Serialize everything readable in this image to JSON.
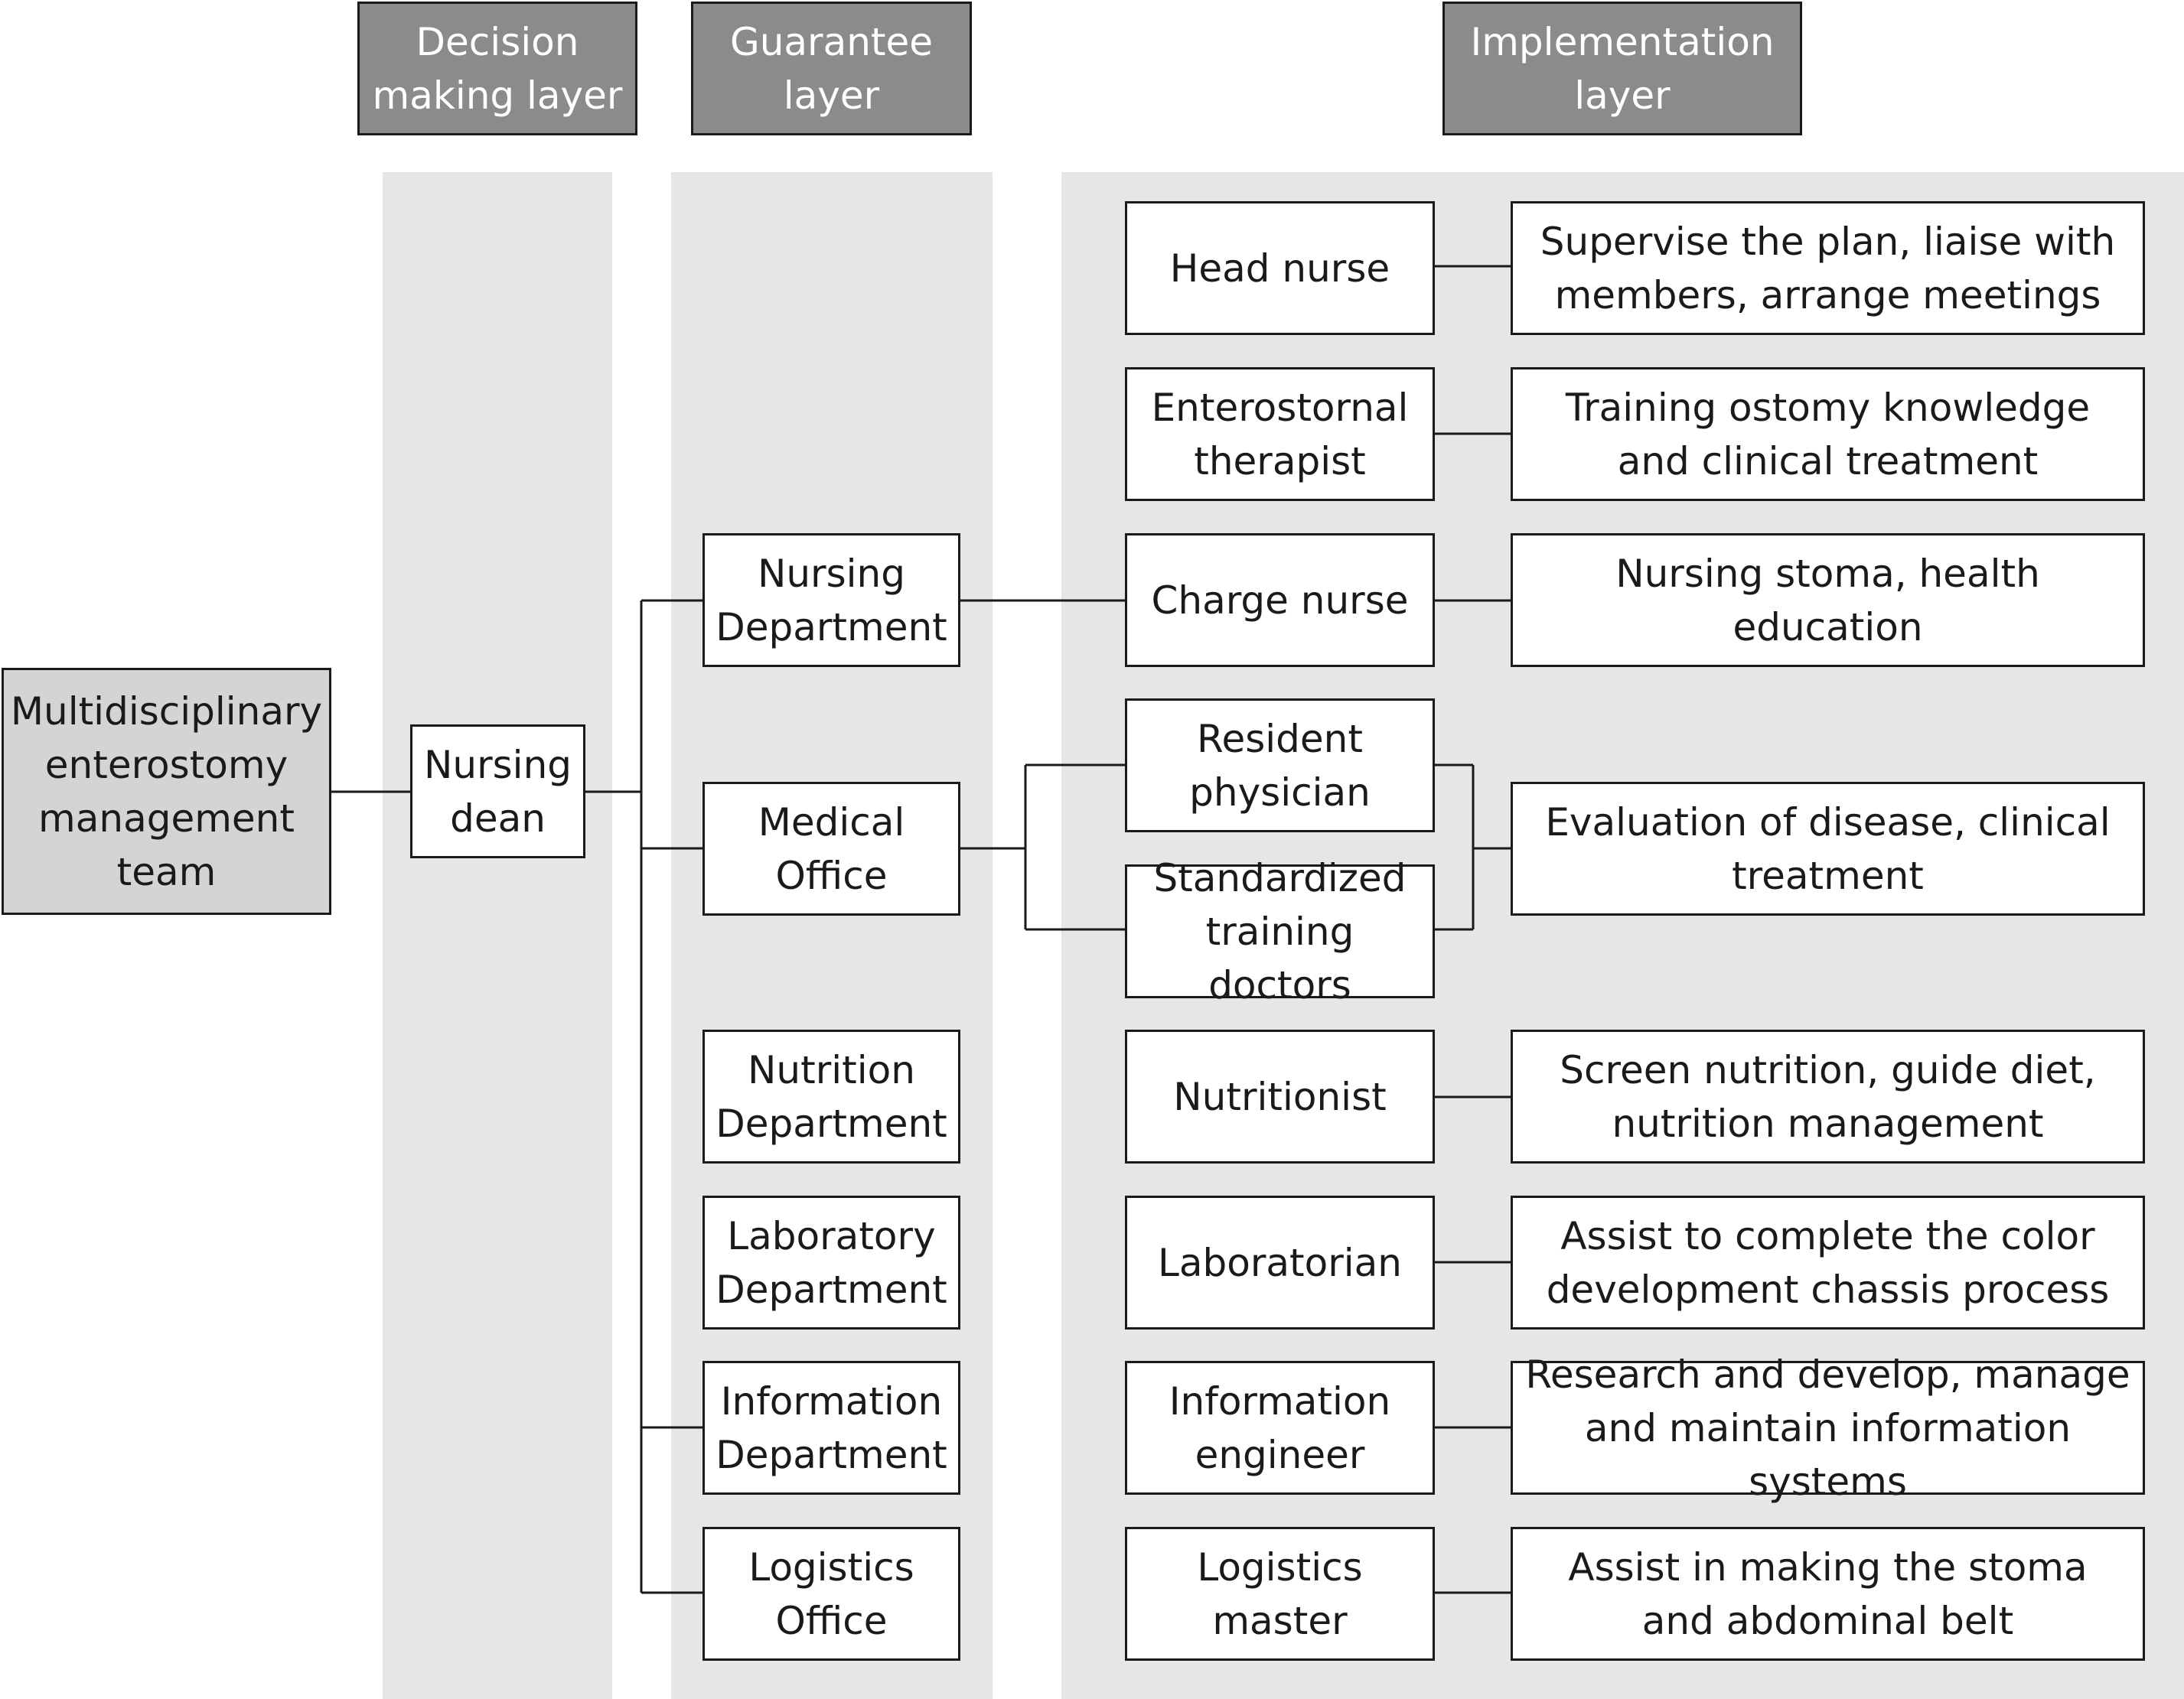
{
  "layers": {
    "decision": "Decision\nmaking layer",
    "guarantee": "Guarantee\nlayer",
    "implementation": "Implementation\nlayer"
  },
  "root": "Multidisciplinary\nenterostomy\nmanagement\nteam",
  "decision_node": "Nursing\ndean",
  "departments": {
    "nursing": "Nursing\nDepartment",
    "medical": "Medical\nOffice",
    "nutrition": "Nutrition\nDepartment",
    "laboratory": "Laboratory\nDepartment",
    "information": "Information\nDepartment",
    "logistics": "Logistics\nOffice"
  },
  "roles": {
    "head_nurse": "Head nurse",
    "enterostomal_therapist": "Enterostornal\ntherapist",
    "charge_nurse": "Charge nurse",
    "resident_physician": "Resident\nphysician",
    "standardized_doctors": "Standardized\ntraining doctors",
    "nutritionist": "Nutritionist",
    "laboratorian": "Laboratorian",
    "information_engineer": "Information\nengineer",
    "logistics_master": "Logistics\nmaster"
  },
  "duties": {
    "head_nurse": "Supervise the plan, liaise with\nmembers, arrange meetings",
    "enterostomal_therapist": "Training ostomy knowledge\nand clinical treatment",
    "charge_nurse": "Nursing stoma, health education",
    "physicians": "Evaluation of disease, clinical\ntreatment",
    "nutritionist": "Screen nutrition, guide diet,\nnutrition management",
    "laboratorian": "Assist to complete the color\ndevelopment chassis process",
    "information_engineer": "Research and develop, manage\nand maintain information systems",
    "logistics_master": "Assist in making the stoma\nand abdominal belt"
  }
}
